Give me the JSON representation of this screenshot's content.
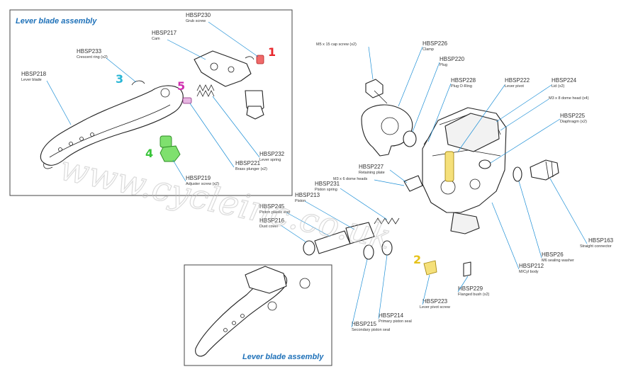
{
  "titles": {
    "top_box": "Lever blade assembly",
    "bottom_box": "Lever blade assembly"
  },
  "watermark": "www.cycleinc.co.uk",
  "callouts": {
    "n1": "1",
    "n2a": "2",
    "n2b": "2",
    "n3": "3",
    "n4": "4",
    "n5": "5"
  },
  "colors": {
    "callout_1": "#e8262b",
    "callout_2": "#e6c21a",
    "callout_3": "#29b6d6",
    "callout_4": "#39c43a",
    "callout_5": "#d02fb0",
    "leader": "#1d8fd6",
    "title": "#1d70b8"
  },
  "parts": {
    "hbsp230": {
      "code": "HBSP230",
      "desc": "Grub screw"
    },
    "hbsp217": {
      "code": "HBSP217",
      "desc": "Cam"
    },
    "hbsp233": {
      "code": "HBSP233",
      "desc": "Crescent ring (x2)"
    },
    "hbsp218": {
      "code": "HBSP218",
      "desc": "Lever blade"
    },
    "hbsp232": {
      "code": "HBSP232",
      "desc": "Lever spring"
    },
    "hbsp221": {
      "code": "HBSP221",
      "desc": "Brass plunger (x2)"
    },
    "hbsp219": {
      "code": "HBSP219",
      "desc": "Adjuster screw (x2)"
    },
    "m5cap": {
      "desc": "M5 x 15 cap screw (x2)"
    },
    "hbsp226": {
      "code": "HBSP226",
      "desc": "Clamp"
    },
    "hbsp220": {
      "code": "HBSP220",
      "desc": "Plug"
    },
    "hbsp228": {
      "code": "HBSP228",
      "desc": "Plug O-Ring"
    },
    "hbsp222": {
      "code": "HBSP222",
      "desc": "Lever pivot"
    },
    "hbsp224": {
      "code": "HBSP224",
      "desc": "Lid (x2)"
    },
    "m3dome": {
      "desc": "M3 x 8 dome head (x4)"
    },
    "hbsp225": {
      "code": "HBSP225",
      "desc": "Diaphragm (x2)"
    },
    "hbsp227": {
      "code": "HBSP227",
      "desc": "Retaining plate"
    },
    "m3dome2": {
      "desc": "M3 x 6 dome heads"
    },
    "hbsp231": {
      "code": "HBSP231",
      "desc": "Piston spring"
    },
    "hbsp213": {
      "code": "HBSP213",
      "desc": "Piston"
    },
    "hbsp245": {
      "code": "HBSP245",
      "desc": "Piston plastic end"
    },
    "hbsp216": {
      "code": "HBSP216",
      "desc": "Dust cover"
    },
    "hbsp163": {
      "code": "HBSP163",
      "desc": "Straight connector"
    },
    "hbsp26": {
      "code": "HBSP26",
      "desc": "M6 sealing washer"
    },
    "hbsp212": {
      "code": "HBSP212",
      "desc": "M/Cyl body"
    },
    "hbsp229": {
      "code": "HBSP229",
      "desc": "Flanged bush (x2)"
    },
    "hbsp223": {
      "code": "HBSP223",
      "desc": "Lever pivot screw"
    },
    "hbsp214": {
      "code": "HBSP214",
      "desc": "Primary piston seal"
    },
    "hbsp215": {
      "code": "HBSP215",
      "desc": "Secondary piston seal"
    }
  }
}
